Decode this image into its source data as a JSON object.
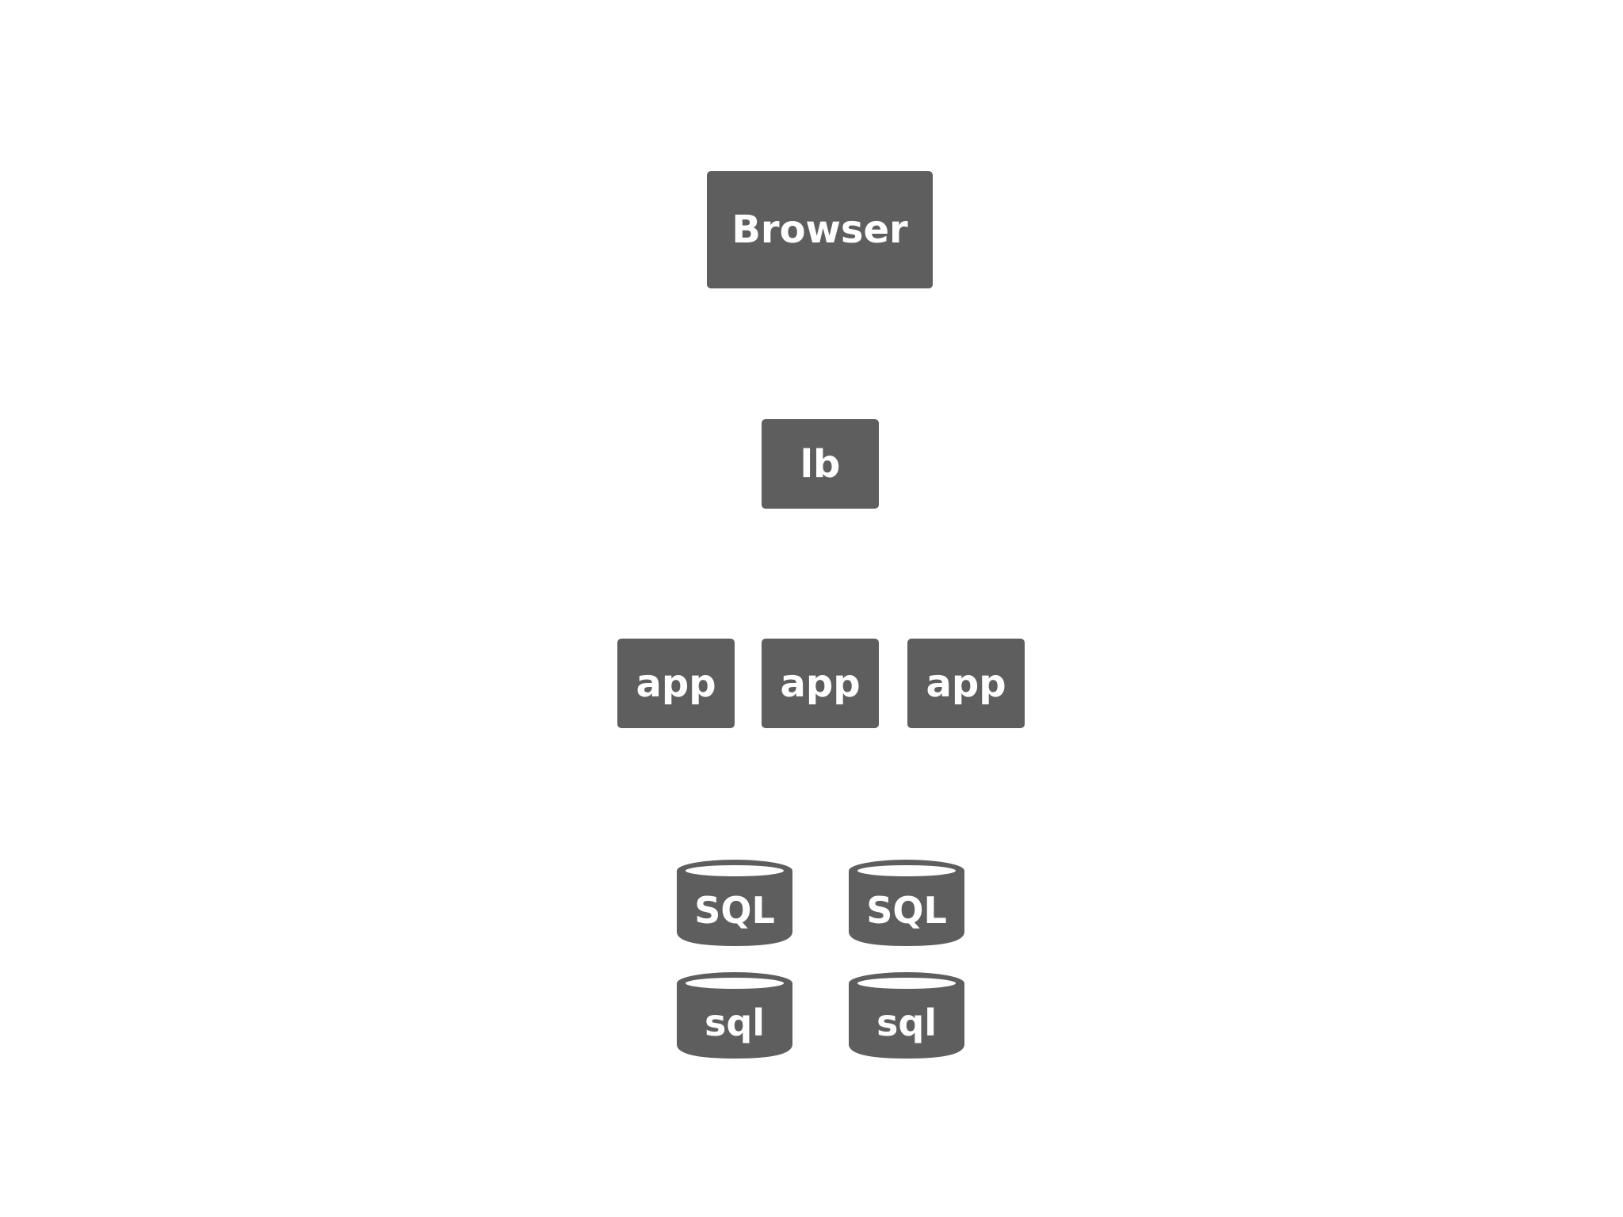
{
  "diagram": {
    "nodes": {
      "browser": "Browser",
      "lb": "lb",
      "apps": [
        "app",
        "app",
        "app"
      ],
      "databases": [
        "SQL",
        "SQL",
        "sql",
        "sql"
      ]
    },
    "colors": {
      "node_fill": "#5e5e5e",
      "node_text": "#ffffff",
      "background": "#ffffff"
    }
  }
}
